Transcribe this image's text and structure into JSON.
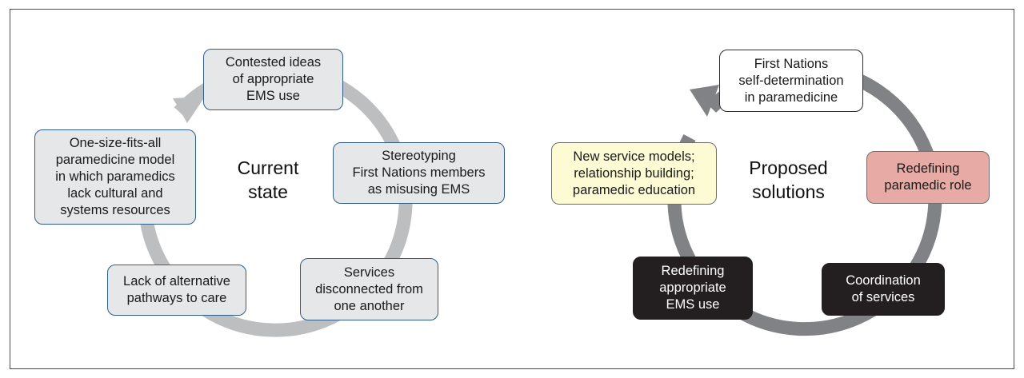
{
  "left_cycle": {
    "title": "Current\nstate",
    "nodes": [
      {
        "id": "contested",
        "text": "Contested ideas\nof appropriate\nEMS use"
      },
      {
        "id": "stereotyping",
        "text": "Stereotyping\nFirst Nations members\nas misusing EMS"
      },
      {
        "id": "disconnected",
        "text": "Services\ndisconnected from\none another"
      },
      {
        "id": "lack-pathways",
        "text": "Lack of alternative\npathways to care"
      },
      {
        "id": "one-size",
        "text": "One-size-fits-all\nparamedicine model\nin which paramedics\nlack cultural and\nsystems resources"
      }
    ],
    "colors": {
      "ring": "#bcbec0",
      "box_fill": "#e6e7e8",
      "box_border": "#2f5d8a"
    }
  },
  "right_cycle": {
    "title": "Proposed\nsolutions",
    "nodes": [
      {
        "id": "self-determination",
        "text": "First Nations\nself-determination\nin paramedicine"
      },
      {
        "id": "redefining-role",
        "text": "Redefining\nparamedic role"
      },
      {
        "id": "coordination",
        "text": "Coordination\nof services"
      },
      {
        "id": "redefining-ems",
        "text": "Redefining\nappropriate\nEMS use"
      },
      {
        "id": "new-models",
        "text": "New service models;\nrelationship building;\nparamedic education"
      }
    ],
    "colors": {
      "ring": "#808285",
      "yellow": "#fdfbd3",
      "pink": "#e7aaa5",
      "dark": "#231f20"
    }
  }
}
